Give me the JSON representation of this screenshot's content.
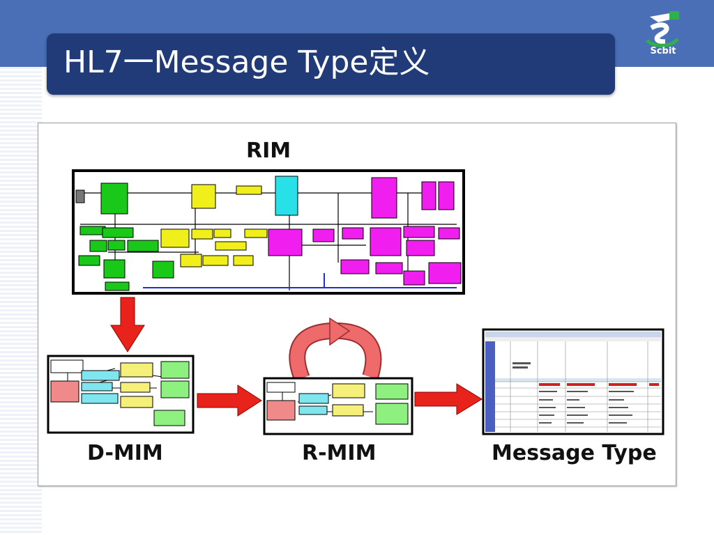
{
  "slide": {
    "title": "HL7一Message Type定义",
    "logo_text": "Scbit"
  },
  "diagram": {
    "rim_label": "RIM",
    "dmim_label": "D-MIM",
    "rmim_label": "R-MIM",
    "message_type_label": "Message Type"
  },
  "colors": {
    "header_band": "#4a6fb6",
    "title_box": "#213a78",
    "arrow_red": "#e8231b",
    "curved_arrow": "#ef6a6a",
    "rim_green": "#19c819",
    "rim_yellow": "#f0ef1c",
    "rim_magenta": "#f01ff0",
    "rim_cyan": "#28e0e8",
    "mim_salmon": "#f08a8a",
    "mim_cyan": "#7fe6f0",
    "mim_yellow": "#f4f07a",
    "mim_green": "#8ef07e"
  }
}
